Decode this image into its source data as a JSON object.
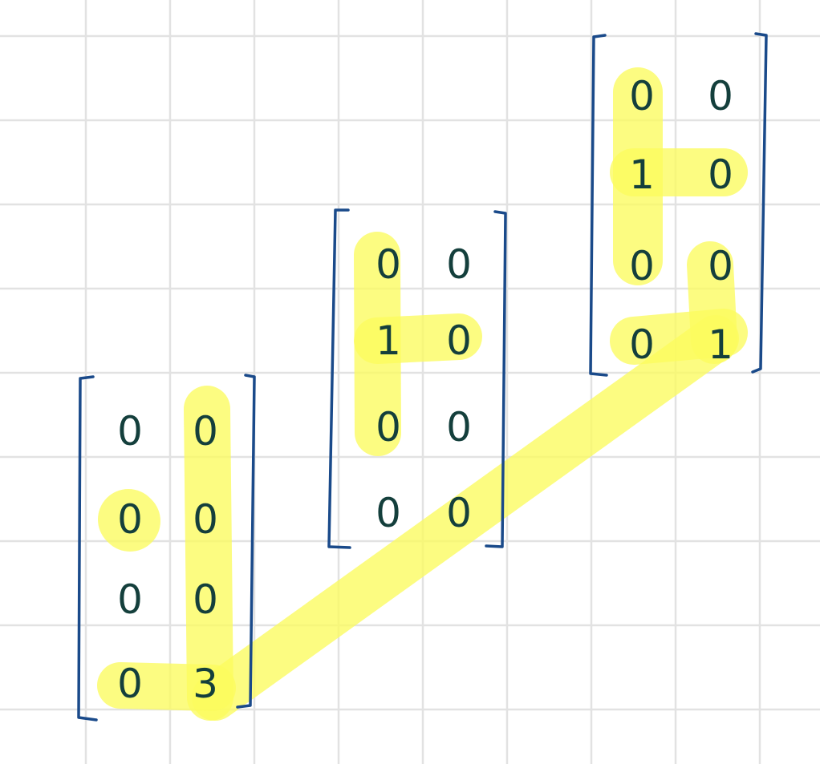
{
  "diagram": {
    "background_color": "#ffffff",
    "grid_color": "#e2e2e2",
    "ink_color": "#143f3c",
    "bracket_color": "#1a4a8a",
    "highlight_color": "#fbfb5e"
  },
  "matrices": [
    {
      "id": "matrix-left",
      "rows": [
        [
          "0",
          "0"
        ],
        [
          "0",
          "0"
        ],
        [
          "0",
          "0"
        ],
        [
          "0",
          "3"
        ]
      ]
    },
    {
      "id": "matrix-middle",
      "rows": [
        [
          "0",
          "0"
        ],
        [
          "1",
          "0"
        ],
        [
          "0",
          "0"
        ],
        [
          "0",
          "0"
        ]
      ]
    },
    {
      "id": "matrix-right",
      "rows": [
        [
          "0",
          "0"
        ],
        [
          "1",
          "0"
        ],
        [
          "0",
          "0"
        ],
        [
          "0",
          "1"
        ]
      ]
    }
  ]
}
